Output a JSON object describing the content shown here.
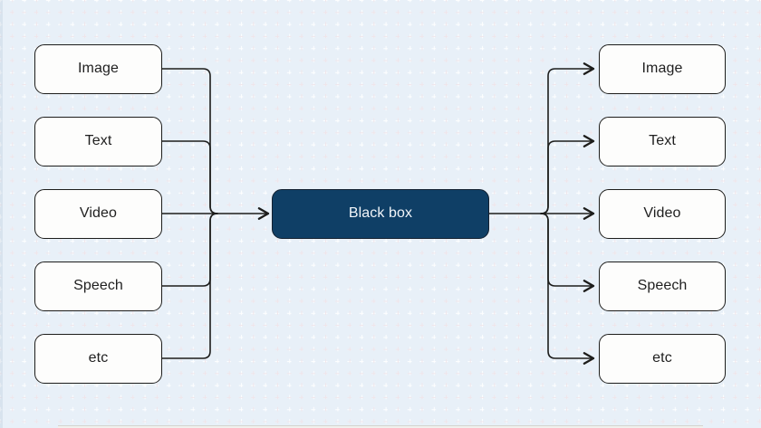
{
  "diagram": {
    "inputs": [
      "Image",
      "Text",
      "Video",
      "Speech",
      "etc"
    ],
    "center_label": "Black box",
    "outputs": [
      "Image",
      "Text",
      "Video",
      "Speech",
      "etc"
    ],
    "colors": {
      "background": "#e8f0f8",
      "node_fill": "#fdfdfc",
      "node_border": "#1d1d1b",
      "center_fill": "#0f3f66",
      "center_text": "#f2f6fa",
      "connector": "#1d1d1b"
    }
  }
}
